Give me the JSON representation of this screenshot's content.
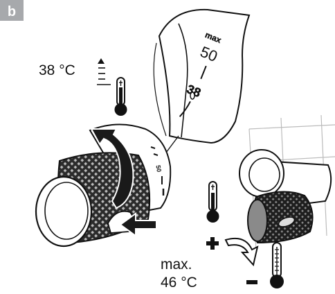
{
  "panel": {
    "badge": "b",
    "badge_color": "#a7a9ac"
  },
  "top_reading": {
    "value": "38 °C"
  },
  "scale_callout": {
    "max_label": "max",
    "value_50": "50",
    "value_38": "38"
  },
  "knob_scale": {
    "value_50": "50"
  },
  "bottom_reading": {
    "line1": "max.",
    "line2": "46 °C"
  },
  "icons": [
    "thermometer-icon",
    "arrow-up-icon",
    "plus-icon",
    "minus-icon",
    "rotate-arrow-icon",
    "push-arrow-icon"
  ]
}
